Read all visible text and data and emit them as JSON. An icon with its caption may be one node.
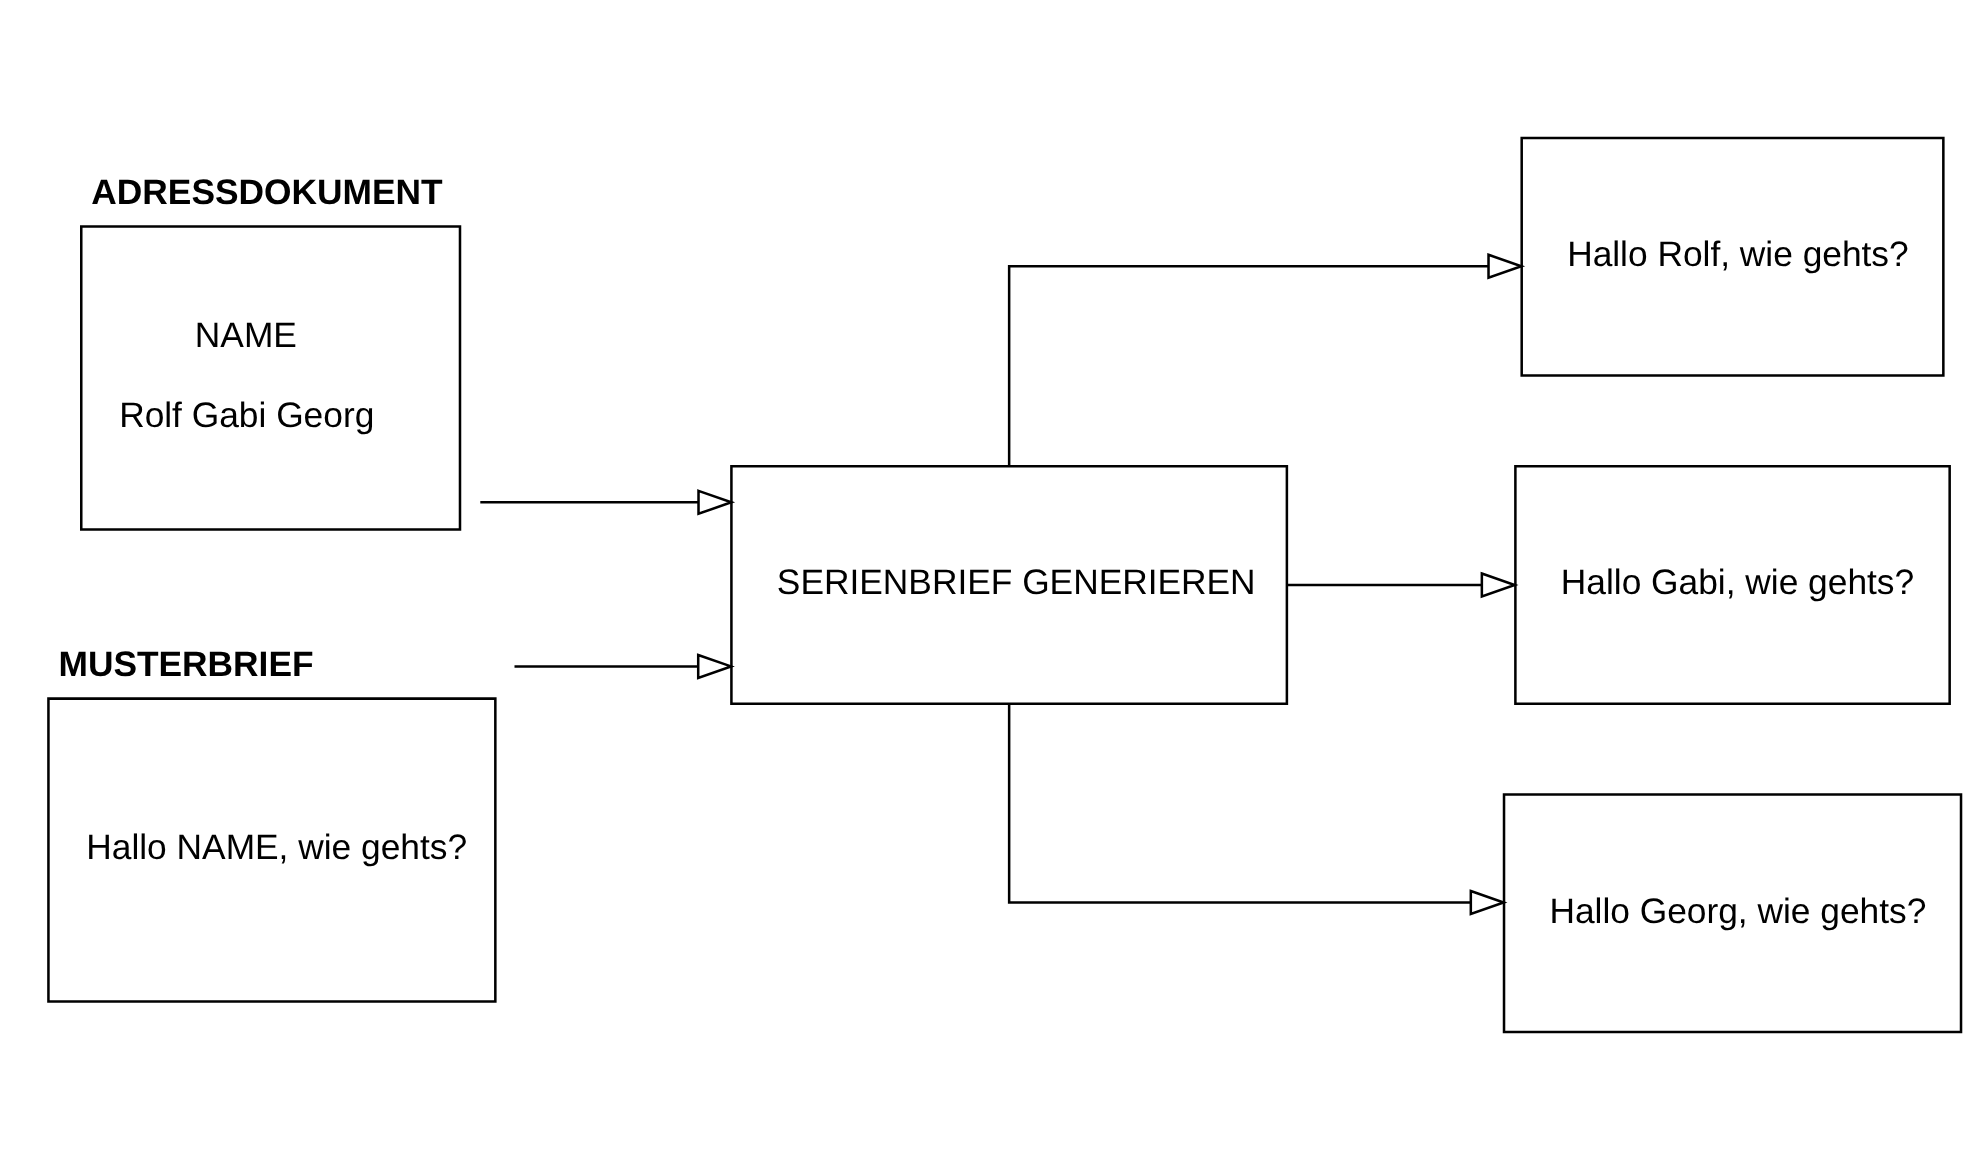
{
  "diagram": {
    "nodes": [
      {
        "text": [
          "ADRESSDOKUMENT",
          "NAME",
          "Rolf Gabi Georg"
        ]
      },
      {
        "text": [
          "MUSTERBRIEF",
          "Hallo NAME, wie gehts?"
        ]
      },
      {
        "text": [
          "SERIENBRIEF GENERIEREN"
        ]
      },
      {
        "text": [
          "Hallo Rolf, wie gehts?"
        ]
      },
      {
        "text": [
          "Hallo Gabi, wie gehts?"
        ]
      },
      {
        "text": [
          "Hallo Georg, wie gehts?"
        ]
      }
    ],
    "edges": [
      {
        "from": 0,
        "to": 2,
        "arrow": "to"
      },
      {
        "from": 1,
        "to": 2,
        "arrow": "to"
      },
      {
        "from": 2,
        "to": 3,
        "arrow": "to"
      },
      {
        "from": 2,
        "to": 4,
        "arrow": "to"
      },
      {
        "from": 2,
        "to": 5,
        "arrow": "to"
      }
    ]
  }
}
